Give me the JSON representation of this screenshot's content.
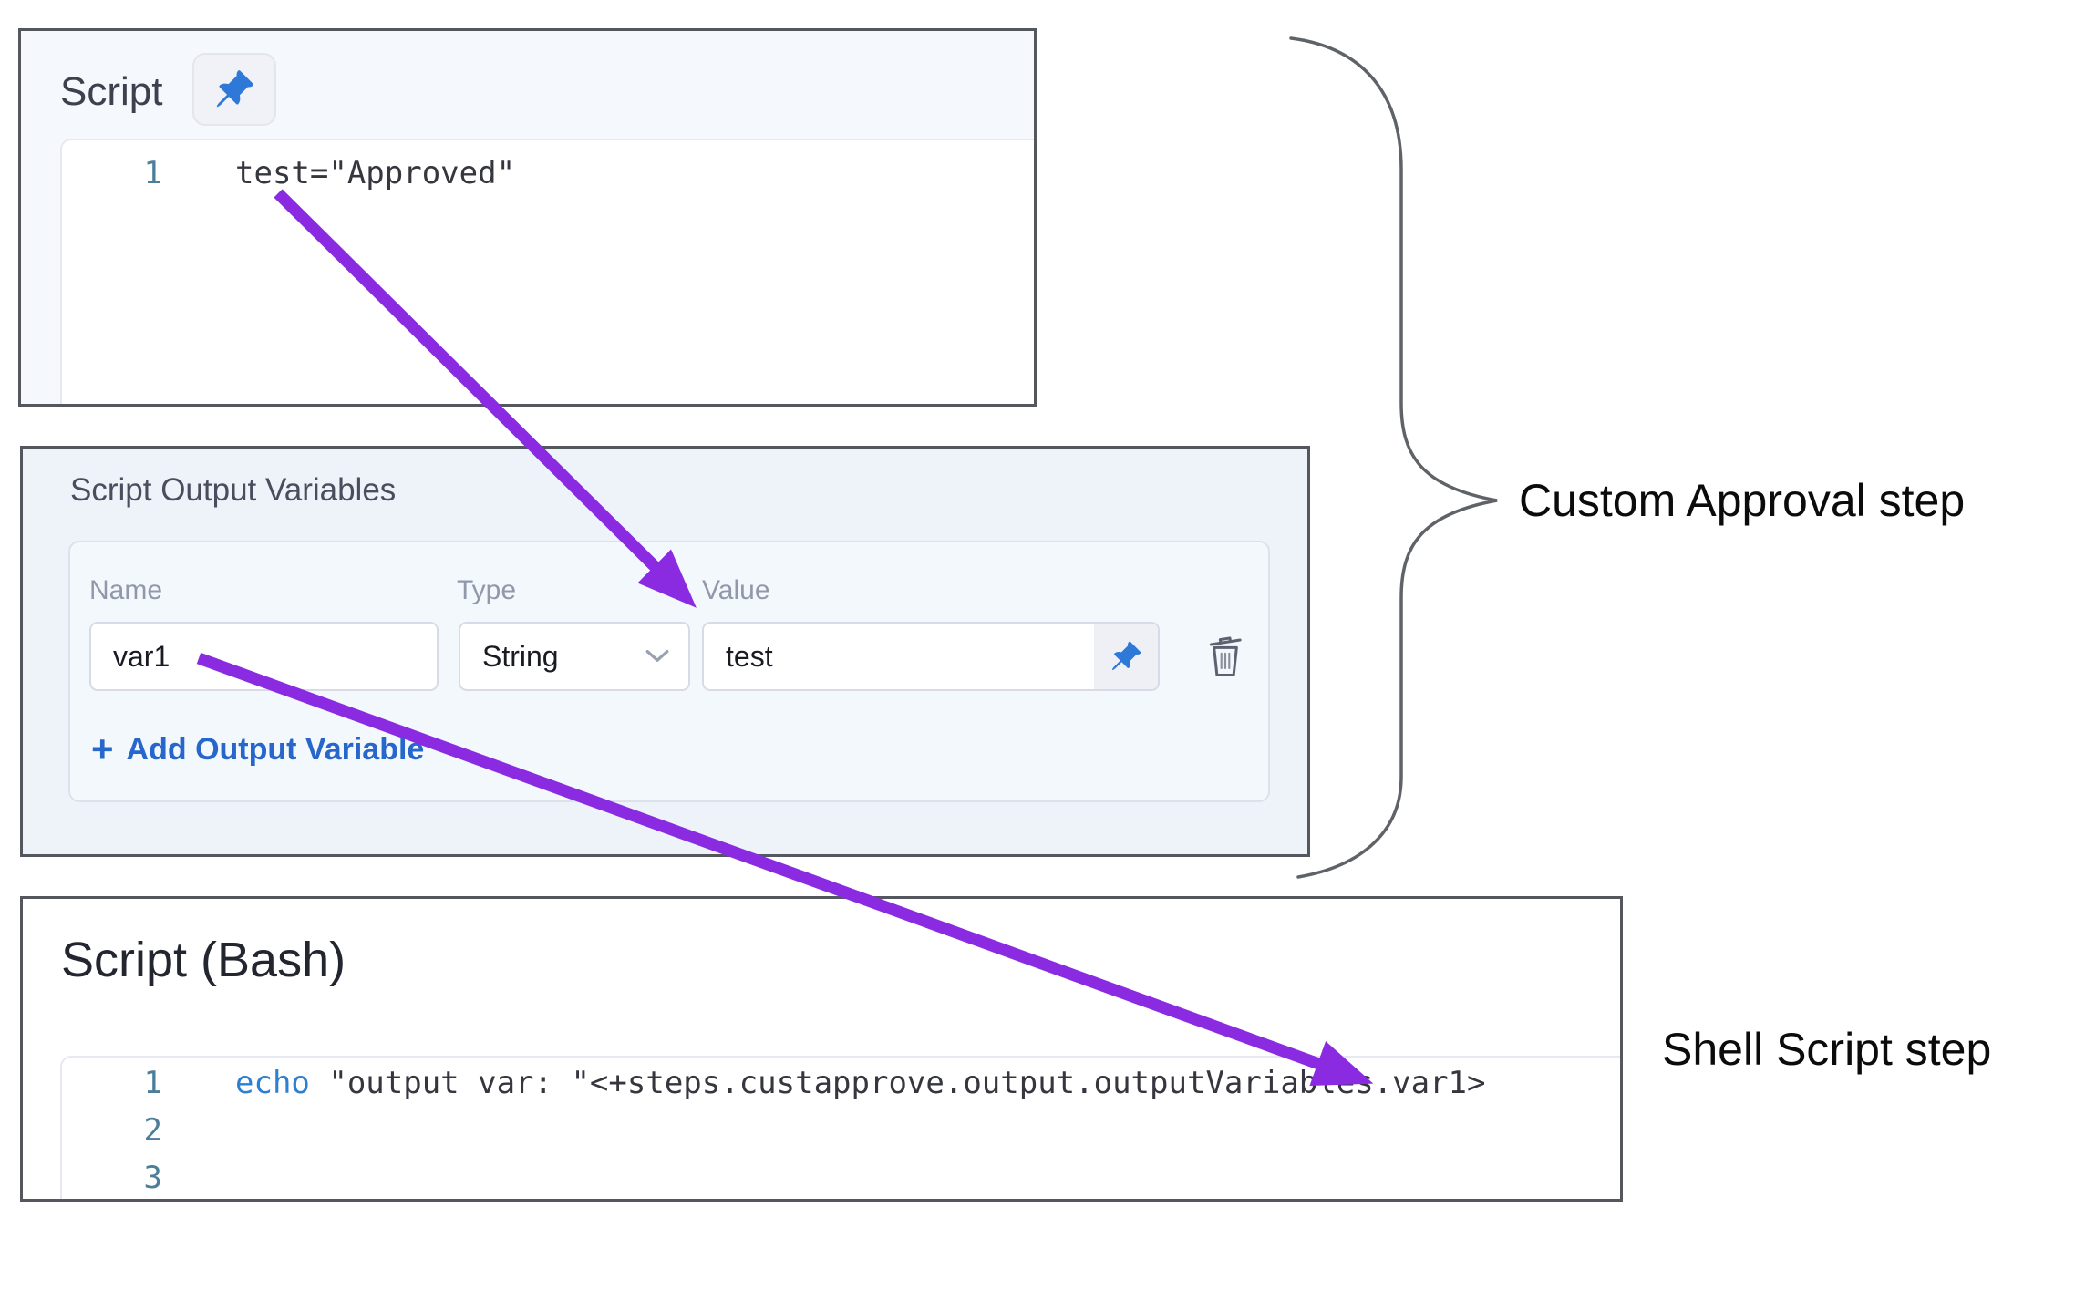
{
  "panels": {
    "script": {
      "title": "Script",
      "code": {
        "lines": [
          {
            "number": "1",
            "tokens": [
              {
                "type": "plain",
                "text": "test=\"Approved\""
              }
            ]
          }
        ]
      }
    },
    "output_variables": {
      "title": "Script Output Variables",
      "columns": {
        "name": "Name",
        "type": "Type",
        "value": "Value"
      },
      "rows": [
        {
          "name": "var1",
          "type": "String",
          "value": "test"
        }
      ],
      "add_button": {
        "plus": "+",
        "label": "Add Output Variable"
      }
    },
    "bash": {
      "title": "Script (Bash)",
      "code": {
        "lines": [
          {
            "number": "1",
            "tokens": [
              {
                "type": "keyword",
                "text": "echo"
              },
              {
                "type": "plain",
                "text": " \"output var: \"<+steps.custapprove.output.outputVariables.var1>"
              }
            ]
          },
          {
            "number": "2"
          },
          {
            "number": "3"
          }
        ]
      }
    }
  },
  "annotations": {
    "custom_approval": "Custom Approval step",
    "shell_script": "Shell Script step"
  },
  "icons": {
    "pin": "pushpin-icon",
    "trash": "trash-icon",
    "chevron": "chevron-down-icon"
  },
  "colors": {
    "arrow_purple": "#8a2be2",
    "pin_blue": "#2e79d8",
    "link_blue": "#2767cb",
    "keyword_blue": "#2e7fd0",
    "line_number_teal": "#4d7e99",
    "panel_border": "#54575e",
    "brace_gray": "#5f6368"
  }
}
